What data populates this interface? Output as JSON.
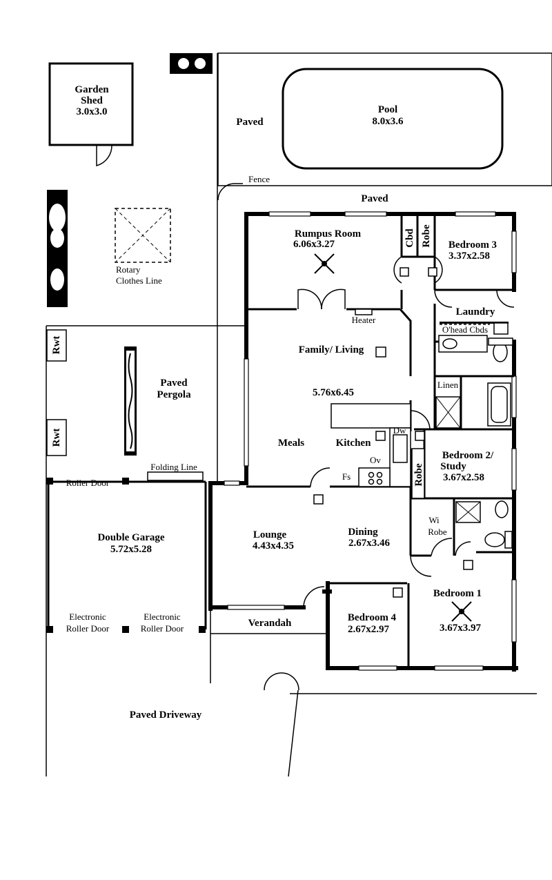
{
  "garden_shed": {
    "name": "Garden\nShed",
    "size": "3.0x3.0"
  },
  "pool": {
    "name": "Pool",
    "size": "8.0x3.6"
  },
  "paved_top": "Paved",
  "paved_mid": "Paved",
  "fence": "Fence",
  "rotary": {
    "line1": "Rotary",
    "line2": "Clothes Line"
  },
  "rumpus": {
    "name": "Rumpus Room",
    "size": "6.06x3.27"
  },
  "cbd": "Cbd",
  "robe_top": "Robe",
  "bedroom3": {
    "name": "Bedroom 3",
    "size": "3.37x2.58"
  },
  "laundry": "Laundry",
  "ohead": "O'head Cbds",
  "heater": "Heater",
  "family": {
    "name": "Family/ Living",
    "size": "5.76x6.45"
  },
  "linen": "Linen",
  "rwt": "Rwt",
  "pergola": {
    "line1": "Paved",
    "line2": "Pergola"
  },
  "meals": "Meals",
  "kitchen": "Kitchen",
  "dw": "Dw",
  "ov": "Ov",
  "fs": "Fs",
  "bedroom2": {
    "line1": "Bedroom 2/",
    "line2": "Study",
    "size": "3.67x2.58"
  },
  "robe_mid": "Robe",
  "folding_line": "Folding Line",
  "roller_door": "Roller Door",
  "garage": {
    "name": "Double Garage",
    "size": "5.72x5.28"
  },
  "lounge": {
    "name": "Lounge",
    "size": "4.43x4.35"
  },
  "dining": {
    "name": "Dining",
    "size": "2.67x3.46"
  },
  "wi_robe": {
    "line1": "Wi",
    "line2": "Robe"
  },
  "bedroom1": {
    "name": "Bedroom 1",
    "size": "3.67x3.97"
  },
  "bedroom4": {
    "name": "Bedroom 4",
    "size": "2.67x2.97"
  },
  "electronic_door": {
    "line1": "Electronic",
    "line2": "Roller Door"
  },
  "verandah": "Verandah",
  "driveway": "Paved Driveway"
}
